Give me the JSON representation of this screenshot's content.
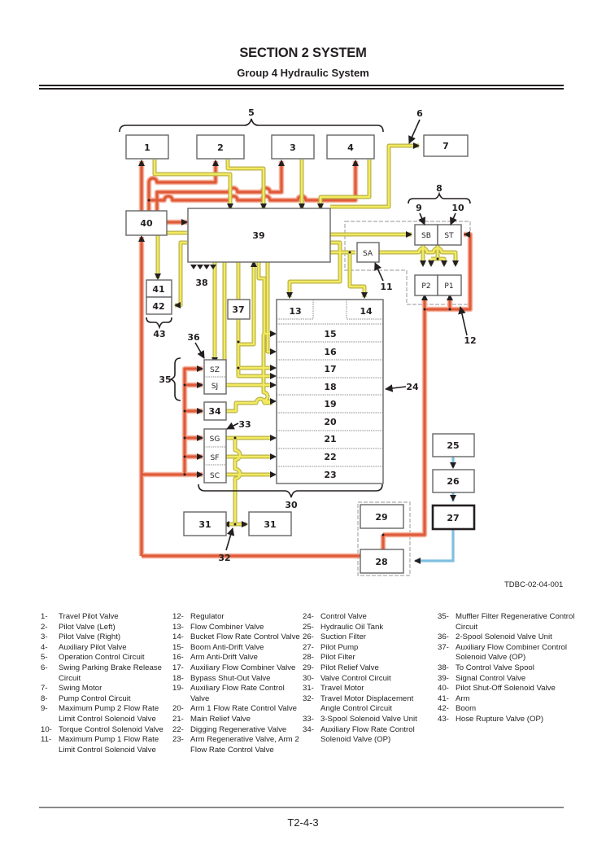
{
  "header": {
    "section_title": "SECTION 2 SYSTEM",
    "group_title": "Group 4 Hydraulic System"
  },
  "diagram": {
    "figure_code": "TDBC-02-04-001",
    "line_colors": {
      "pilot_primary": "#e05a3a",
      "pilot_secondary": "#e8df5a",
      "suction": "#7fbfe0"
    },
    "boxes": {
      "b1": "1",
      "b2": "2",
      "b3": "3",
      "b4": "4",
      "b7": "7",
      "b39": "39",
      "b40": "40",
      "b41": "41",
      "b42": "42",
      "b37": "37",
      "b34": "34",
      "sb": "SB",
      "st": "ST",
      "sa": "SA",
      "p2": "P2",
      "p1": "P1",
      "sz": "SZ",
      "sj": "SJ",
      "sg": "SG",
      "sf": "SF",
      "sc": "SC",
      "b13": "13",
      "b14": "14",
      "b15": "15",
      "b16": "16",
      "b17": "17",
      "b18": "18",
      "b19": "19",
      "b20": "20",
      "b21": "21",
      "b22": "22",
      "b23": "23",
      "b25": "25",
      "b26": "26",
      "b27": "27",
      "b28": "28",
      "b29": "29",
      "b31a": "31",
      "b31b": "31"
    },
    "callouts": {
      "c5": "5",
      "c6": "6",
      "c8": "8",
      "c9": "9",
      "c10": "10",
      "c11": "11",
      "c12": "12",
      "c24": "24",
      "c30": "30",
      "c32": "32",
      "c33": "33",
      "c35": "35",
      "c36": "36",
      "c38": "38",
      "c43": "43"
    }
  },
  "legend": {
    "col1": [
      {
        "num": "1-",
        "text": "Travel Pilot Valve"
      },
      {
        "num": "2-",
        "text": "Pilot Valve (Left)"
      },
      {
        "num": "3-",
        "text": "Pilot Valve (Right)"
      },
      {
        "num": "4-",
        "text": "Auxiliary Pilot Valve"
      },
      {
        "num": "5-",
        "text": "Operation Control Circuit"
      },
      {
        "num": "6-",
        "text": "Swing Parking Brake Release Circuit"
      },
      {
        "num": "7-",
        "text": "Swing Motor"
      },
      {
        "num": "8-",
        "text": "Pump Control Circuit"
      },
      {
        "num": "9-",
        "text": "Maximum Pump 2 Flow Rate Limit Control Solenoid Valve"
      },
      {
        "num": "10-",
        "text": "Torque Control Solenoid Valve"
      },
      {
        "num": "11-",
        "text": "Maximum Pump 1 Flow Rate Limit Control Solenoid Valve"
      }
    ],
    "col2": [
      {
        "num": "12-",
        "text": "Regulator"
      },
      {
        "num": "13-",
        "text": "Flow Combiner Valve"
      },
      {
        "num": "14-",
        "text": "Bucket Flow Rate Control Valve"
      },
      {
        "num": "15-",
        "text": "Boom Anti-Drift Valve"
      },
      {
        "num": "16-",
        "text": "Arm Anti-Drift Valve"
      },
      {
        "num": "17-",
        "text": "Auxiliary Flow Combiner Valve"
      },
      {
        "num": "18-",
        "text": "Bypass Shut-Out Valve"
      },
      {
        "num": "19-",
        "text": "Auxiliary Flow Rate Control Valve"
      },
      {
        "num": "20-",
        "text": "Arm 1 Flow Rate Control Valve"
      },
      {
        "num": "21-",
        "text": "Main Relief Valve"
      },
      {
        "num": "22-",
        "text": "Digging Regenerative Valve"
      },
      {
        "num": "23-",
        "text": "Arm Regenerative Valve, Arm 2 Flow Rate Control Valve"
      }
    ],
    "col3": [
      {
        "num": "24-",
        "text": "Control Valve"
      },
      {
        "num": "25-",
        "text": "Hydraulic Oil Tank"
      },
      {
        "num": "26-",
        "text": "Suction Filter"
      },
      {
        "num": "27-",
        "text": "Pilot Pump"
      },
      {
        "num": "28-",
        "text": "Pilot Filter"
      },
      {
        "num": "29-",
        "text": "Pilot Relief Valve"
      },
      {
        "num": "30-",
        "text": "Valve Control Circuit"
      },
      {
        "num": "31-",
        "text": "Travel Motor"
      },
      {
        "num": "32-",
        "text": "Travel Motor Displacement Angle Control Circuit"
      },
      {
        "num": "33-",
        "text": "3-Spool Solenoid Valve Unit"
      },
      {
        "num": "34-",
        "text": "Auxiliary Flow Rate Control Solenoid Valve (OP)"
      }
    ],
    "col4": [
      {
        "num": "35-",
        "text": "Muffler Filter Regenerative Control Circuit"
      },
      {
        "num": "36-",
        "text": "2-Spool Solenoid Valve Unit"
      },
      {
        "num": "37-",
        "text": "Auxiliary Flow Combiner Control Solenoid Valve (OP)"
      },
      {
        "num": "38-",
        "text": "To Control Valve Spool"
      },
      {
        "num": "39-",
        "text": "Signal Control Valve"
      },
      {
        "num": "40-",
        "text": "Pilot Shut-Off Solenoid Valve"
      },
      {
        "num": "41-",
        "text": "Arm"
      },
      {
        "num": "42-",
        "text": "Boom"
      },
      {
        "num": "43-",
        "text": "Hose Rupture Valve (OP)"
      }
    ]
  },
  "footer": {
    "page_number": "T2-4-3"
  }
}
